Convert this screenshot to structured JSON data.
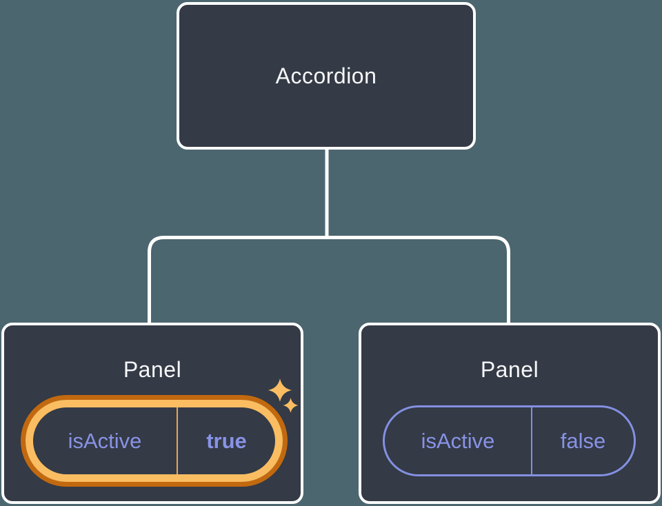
{
  "diagram": {
    "type": "component-tree",
    "root": {
      "label": "Accordion"
    },
    "panels": [
      {
        "label": "Panel",
        "prop_name": "isActive",
        "prop_value": "true",
        "highlighted": true
      },
      {
        "label": "Panel",
        "prop_name": "isActive",
        "prop_value": "false",
        "highlighted": false
      }
    ]
  },
  "icons": {
    "sparkle_big": "sparkle-icon",
    "sparkle_small": "sparkle-icon"
  },
  "colors": {
    "background": "#4C6670",
    "node_fill": "#343A46",
    "node_border": "#FFFFFF",
    "connector": "#FFFFFF",
    "title_text": "#F6F7F9",
    "prop_text": "#8893E6",
    "pill_border": "#8390E2",
    "highlight_gold": "#FABD62",
    "highlight_dark_orange": "#C2690F",
    "divider_gold": "#EBA94F"
  }
}
